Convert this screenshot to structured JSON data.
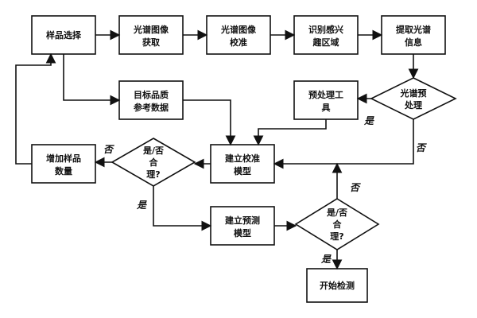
{
  "nodes": {
    "sample_selection": {
      "lines": [
        "样品选择"
      ]
    },
    "spectrum_capture": {
      "lines": [
        "光谱图像",
        "获取"
      ]
    },
    "spectrum_calibrate": {
      "lines": [
        "光谱图像",
        "校准"
      ]
    },
    "identify_roi": {
      "lines": [
        "识别感兴",
        "趣区域"
      ]
    },
    "extract_info": {
      "lines": [
        "提取光谱",
        "信息"
      ]
    },
    "spectral_preprocess": {
      "lines": [
        "光谱预",
        "处理"
      ]
    },
    "preprocess_tools": {
      "lines": [
        "预处理工",
        "具"
      ]
    },
    "reference_data": {
      "lines": [
        "目标品质",
        "参考数据"
      ]
    },
    "build_calibration": {
      "lines": [
        "建立校准",
        "模型"
      ]
    },
    "decision_1": {
      "lines": [
        "是/否",
        "合",
        "理?"
      ]
    },
    "add_samples": {
      "lines": [
        "增加样品",
        "数量"
      ]
    },
    "build_prediction": {
      "lines": [
        "建立预测",
        "模型"
      ]
    },
    "decision_2": {
      "lines": [
        "是/否",
        "合",
        "理?"
      ]
    },
    "start_detection": {
      "lines": [
        "开始检测"
      ]
    }
  },
  "edge_labels": {
    "yes_preprocess": "是",
    "no_preprocess": "否",
    "no_decision_1": "否",
    "yes_decision_1": "是",
    "no_decision_2": "否",
    "yes_decision_2": "是"
  },
  "colors": {
    "stroke": "#111111",
    "fill": "#ffffff"
  }
}
